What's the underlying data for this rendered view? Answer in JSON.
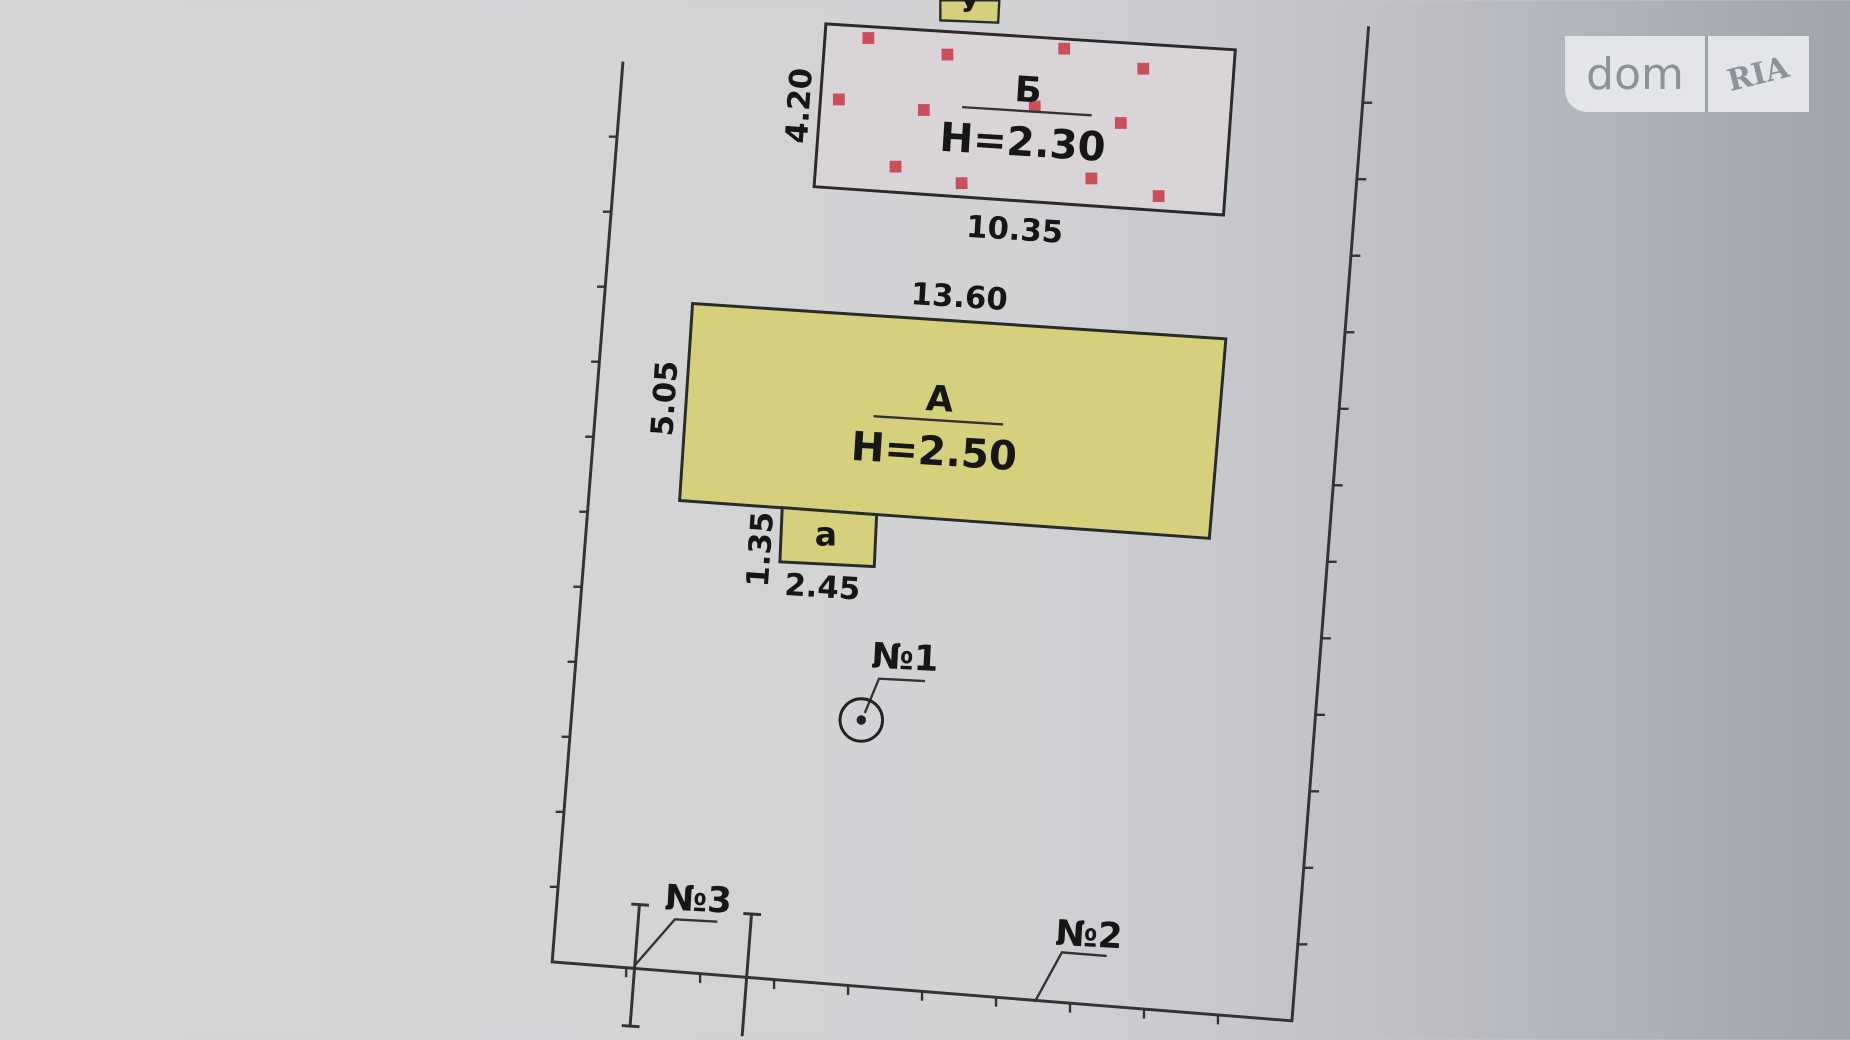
{
  "colors": {
    "paper": "#d9d9db",
    "building_a_fill": "#d4d07c",
    "building_b_fill": "#d9d4d7",
    "building_b_dots": "#c9505a",
    "outline": "#2a2a2a"
  },
  "plan": {
    "building_top": {
      "label": "У"
    },
    "building_b": {
      "label": "Б",
      "height": "H=2.30",
      "width_dim": "10.35",
      "depth_dim": "4.20"
    },
    "building_a": {
      "label": "А",
      "height": "H=2.50",
      "width_dim": "13.60",
      "depth_dim": "5.05"
    },
    "annex_a": {
      "label": "а",
      "width_dim": "2.45",
      "depth_dim": "1.35"
    },
    "points": [
      {
        "label": "№1"
      },
      {
        "label": "№2"
      },
      {
        "label": "№3"
      }
    ]
  },
  "watermark": {
    "left": "dom",
    "right": "RIA"
  }
}
